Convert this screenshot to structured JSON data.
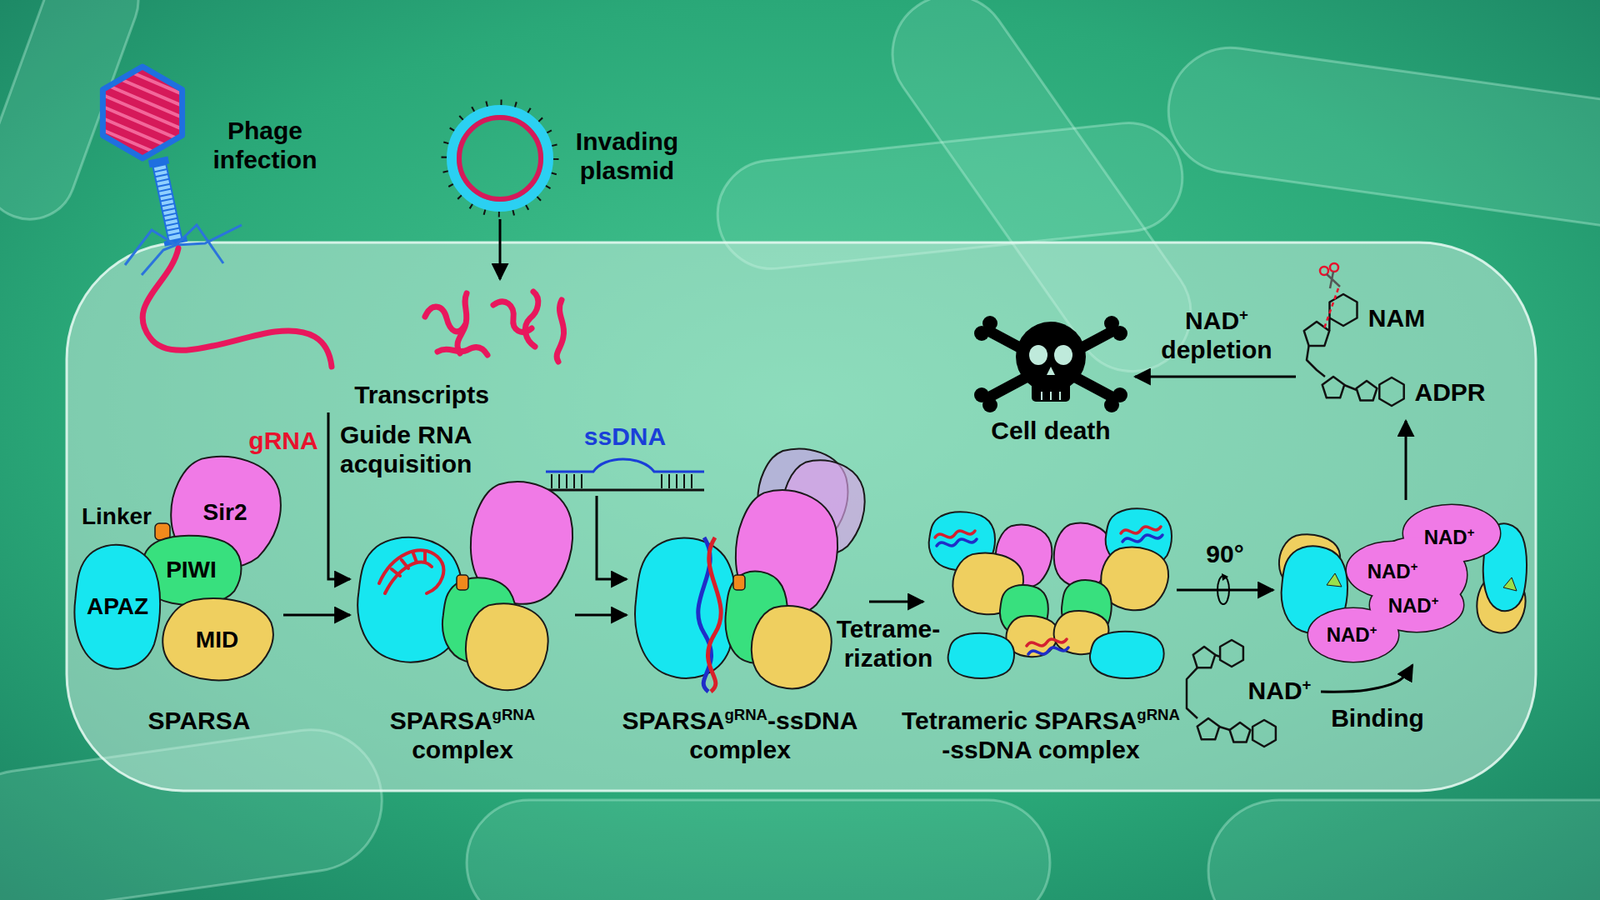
{
  "diagram": {
    "nodes": [
      {
        "text": [
          "Phage infection"
        ]
      },
      {
        "text": [
          "Invading plasmid"
        ]
      },
      {
        "text": [
          "Transcripts"
        ]
      },
      {
        "text": [
          "SPARSA"
        ]
      },
      {
        "text": [
          "Sir2"
        ],
        "in": 3
      },
      {
        "text": [
          "PIWI"
        ],
        "in": 3
      },
      {
        "text": [
          "APAZ"
        ],
        "in": 3
      },
      {
        "text": [
          "MID"
        ],
        "in": 3
      },
      {
        "text": [
          "ssDNA"
        ]
      },
      {
        "text": [
          "SPARSAgRNA complex"
        ]
      },
      {
        "text": [
          "SPARSAgRNA-ssDNA complex"
        ]
      },
      {
        "text": [
          "Tetrameric SPARSAgRNA -ssDNA complex"
        ]
      },
      {
        "text": [
          "NAD+",
          "NAD+",
          "NAD+",
          "NAD+"
        ]
      },
      {
        "text": [
          "NAD+"
        ]
      },
      {
        "text": [
          "NAM",
          "ADPR"
        ]
      },
      {
        "text": [
          "Cell death"
        ]
      }
    ],
    "edges": [
      {
        "from": 1,
        "to": 2,
        "arrow": "to"
      },
      {
        "from": 2,
        "to": 9,
        "label": "Guide RNA acquisition",
        "arrow": "to"
      },
      {
        "from": 3,
        "to": 9,
        "arrow": "to"
      },
      {
        "from": 8,
        "to": 10,
        "arrow": "to"
      },
      {
        "from": 9,
        "to": 10,
        "arrow": "to"
      },
      {
        "from": 10,
        "to": 11,
        "label": "Tetrame- rization",
        "arrow": "to"
      },
      {
        "from": 11,
        "to": 12,
        "label": "90°",
        "arrow": "to"
      },
      {
        "from": 13,
        "to": 12,
        "label": "Binding",
        "arrow": "to"
      },
      {
        "from": 12,
        "to": 14,
        "arrow": "to"
      },
      {
        "from": 14,
        "to": 15,
        "label": "NAD+ depletion",
        "arrow": "to"
      }
    ],
    "labels": [
      "gRNA",
      "Linker"
    ]
  }
}
